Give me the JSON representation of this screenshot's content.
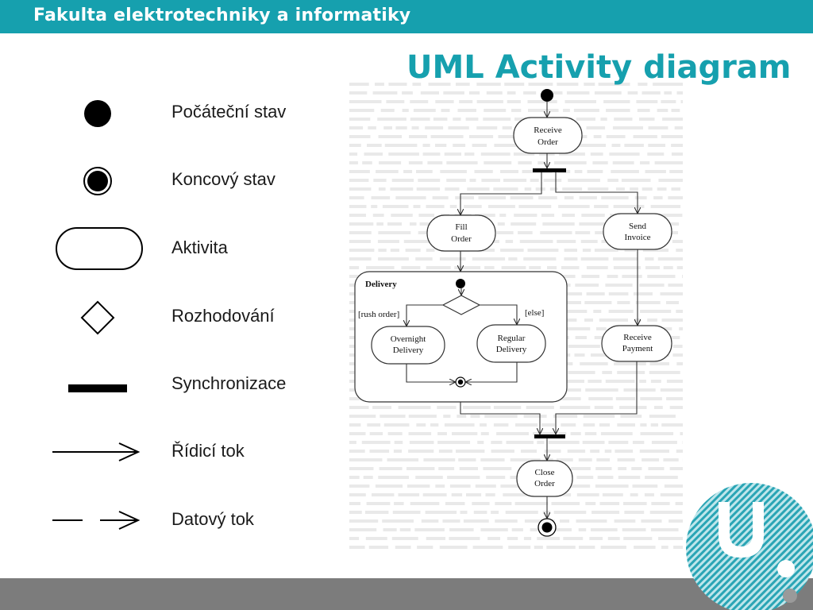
{
  "header": {
    "text": "Fakulta elektrotechniky a informatiky"
  },
  "slide": {
    "title": "UML Activity diagram"
  },
  "legend": {
    "items": [
      {
        "symbol": "start-dot",
        "label": "Počáteční stav"
      },
      {
        "symbol": "end-dot",
        "label": "Koncový stav"
      },
      {
        "symbol": "activity-rounded-rect",
        "label": "Aktivita"
      },
      {
        "symbol": "diamond",
        "label": "Rozhodování"
      },
      {
        "symbol": "sync-bar",
        "label": "Synchronizace"
      },
      {
        "symbol": "solid-arrow",
        "label": "Řídicí tok"
      },
      {
        "symbol": "dashed-arrow",
        "label": "Datový tok"
      }
    ]
  },
  "diagram": {
    "receive_order": [
      "Receive",
      "Order"
    ],
    "fill_order": [
      "Fill",
      "Order"
    ],
    "send_invoice": [
      "Send",
      "Invoice"
    ],
    "delivery_label": "Delivery",
    "guard_rush": "[rush order]",
    "guard_else": "[else]",
    "overnight_delivery": [
      "Overnight",
      "Delivery"
    ],
    "regular_delivery": [
      "Regular",
      "Delivery"
    ],
    "receive_payment": [
      "Receive",
      "Payment"
    ],
    "close_order": [
      "Close",
      "Order"
    ]
  },
  "colors": {
    "accent": "#16a0ae",
    "footer": "#7c7c7c",
    "logo": "#2aa5b5"
  }
}
